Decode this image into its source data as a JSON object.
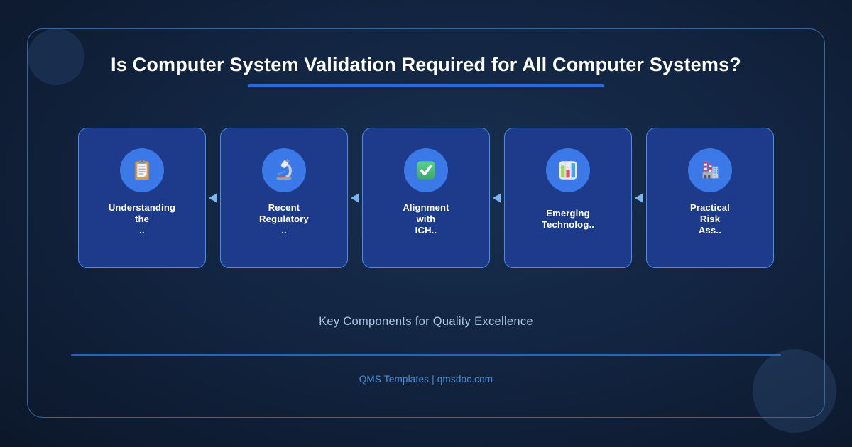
{
  "colors": {
    "accent": "#2d68dd",
    "frame_border": "#35689f",
    "card_bg": "#1e3a8a",
    "card_border": "#4a90e2",
    "icon_circle": "#3b78e8",
    "arrow": "#7fb3ec",
    "subtitle": "#a9c6e8",
    "footer_link": "#4b8fd6",
    "divider": "#2d63af",
    "title": "#ffffff"
  },
  "header": {
    "title": "Is Computer System Validation Required for All Computer Systems?"
  },
  "cards": [
    {
      "icon": "clipboard-icon",
      "label_lines": [
        "Understanding",
        "the",
        ".."
      ]
    },
    {
      "icon": "microscope-icon",
      "label_lines": [
        "Recent",
        "Regulatory",
        ".."
      ]
    },
    {
      "icon": "check-mark-icon",
      "label_lines": [
        "Alignment",
        "with",
        "ICH.."
      ]
    },
    {
      "icon": "bar-chart-icon",
      "label_lines": [
        "Emerging",
        "Technolog.."
      ]
    },
    {
      "icon": "factory-icon",
      "label_lines": [
        "Practical",
        "Risk",
        "Ass.."
      ]
    }
  ],
  "subtitle": "Key Components for Quality Excellence",
  "footer": {
    "credit": "QMS Templates | qmsdoc.com"
  }
}
